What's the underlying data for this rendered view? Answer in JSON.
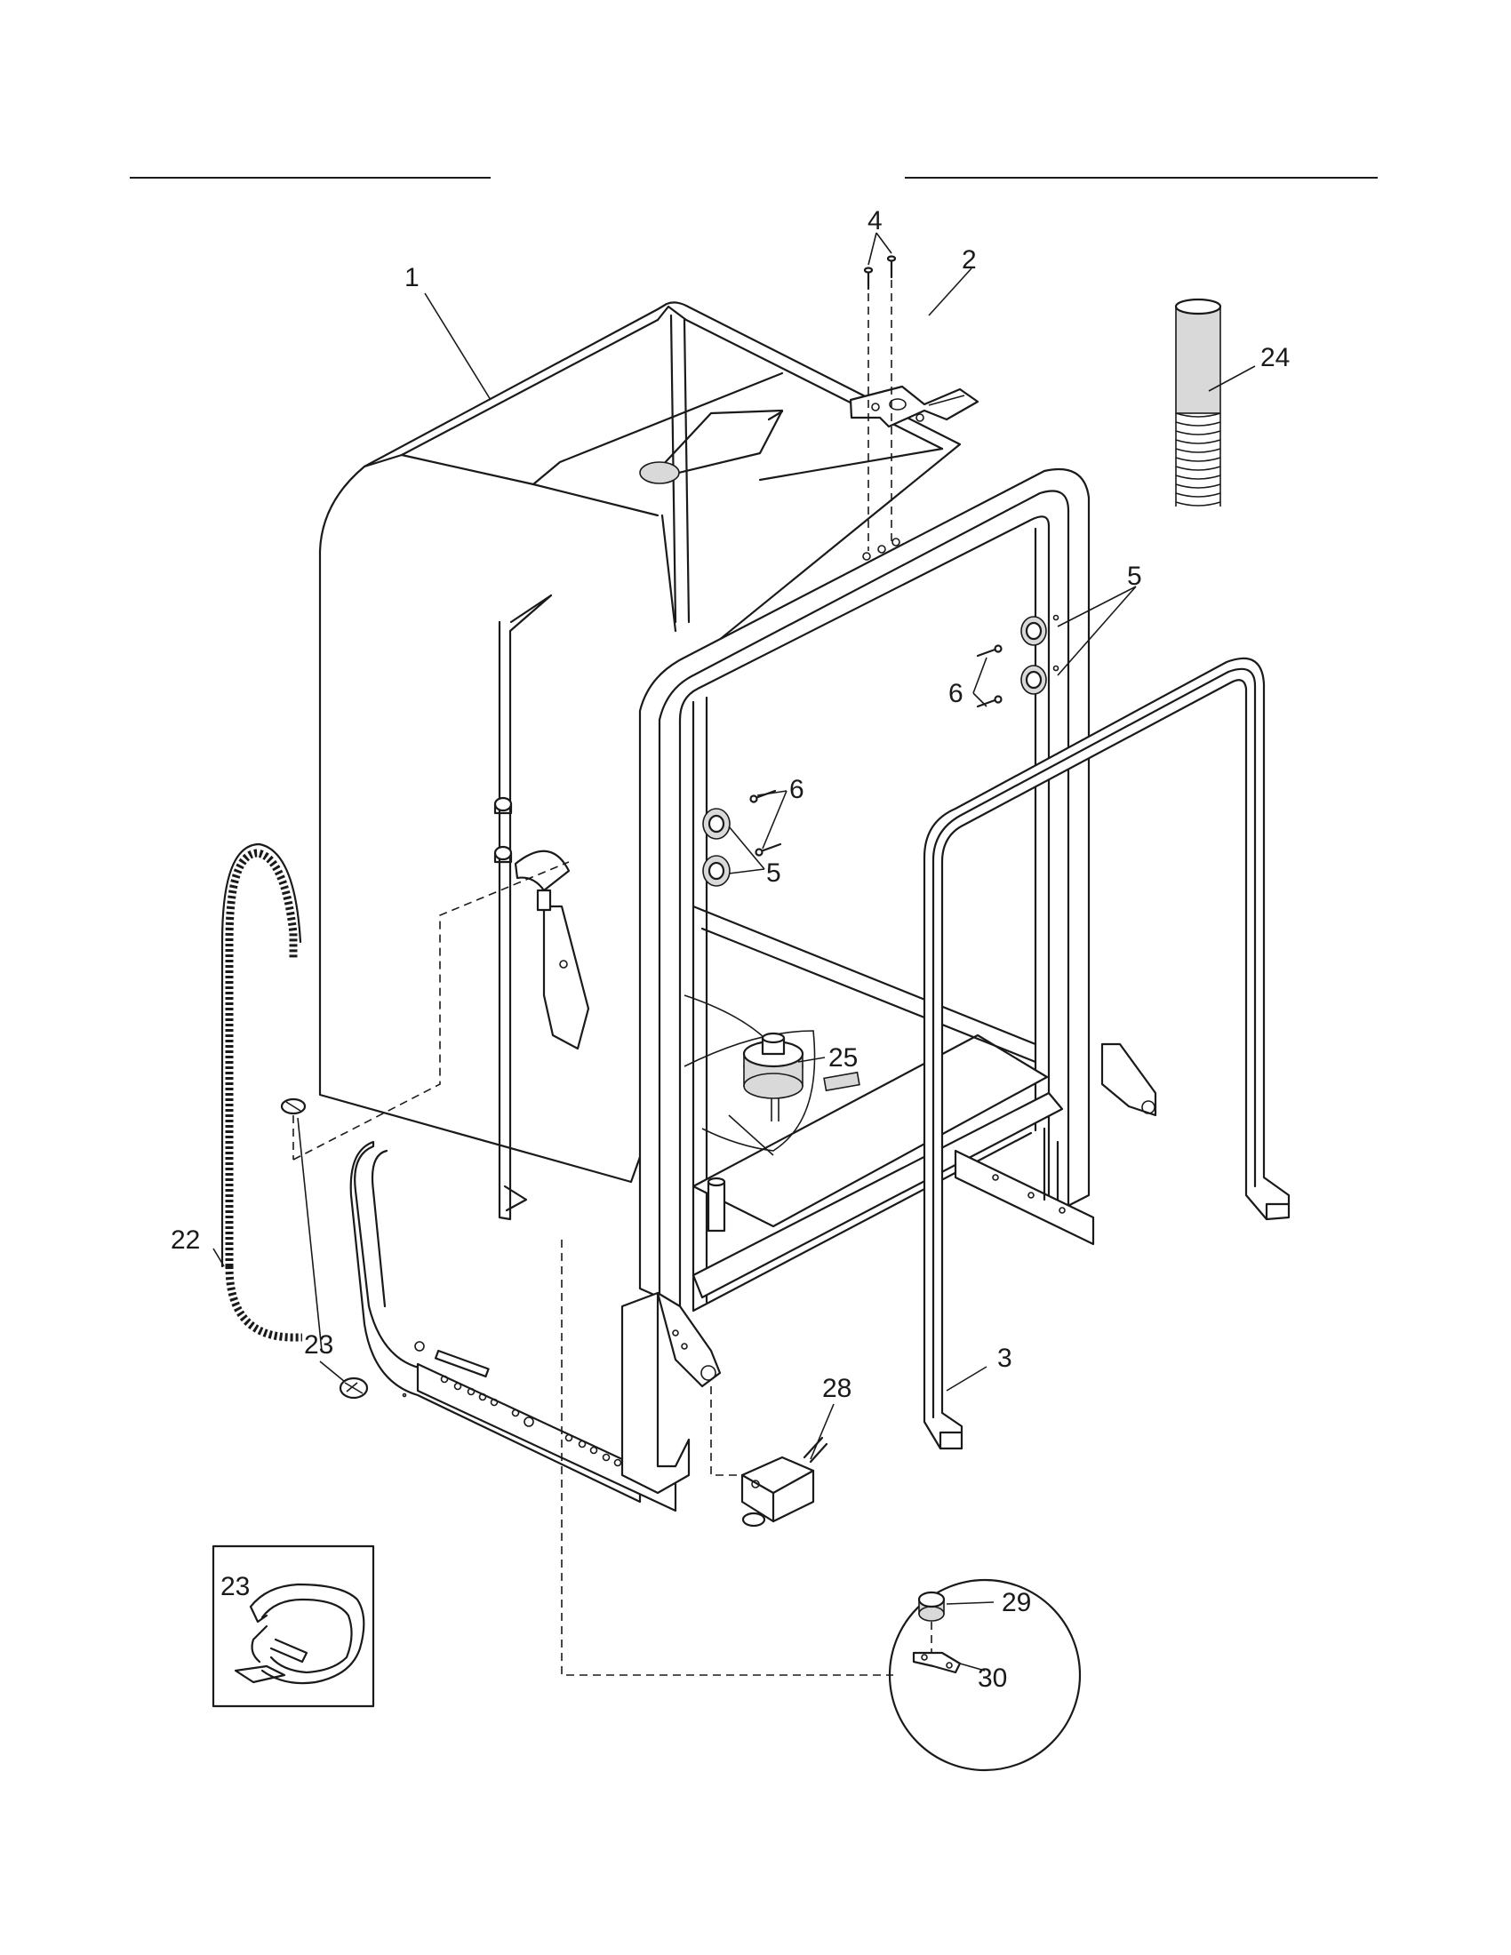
{
  "callouts": {
    "c1": "1",
    "c2": "2",
    "c3": "3",
    "c4": "4",
    "c5a": "5",
    "c5b": "5",
    "c6a": "6",
    "c6b": "6",
    "c22": "22",
    "c23a": "23",
    "c23b": "23",
    "c24": "24",
    "c25": "25",
    "c28": "28",
    "c29": "29",
    "c30": "30"
  },
  "colors": {
    "line": "#1a1a1a",
    "background": "#ffffff",
    "shade": "#d9d9d9"
  }
}
